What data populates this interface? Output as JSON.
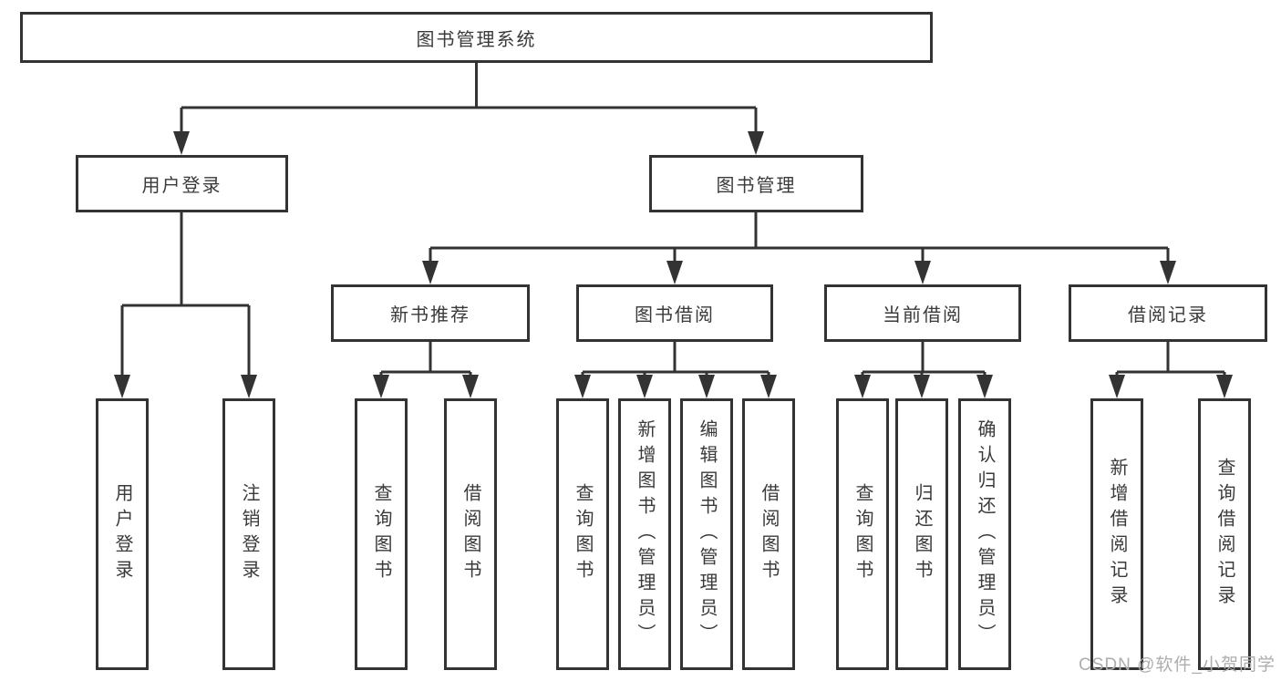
{
  "diagram": {
    "title": "图书管理系统",
    "branches": [
      {
        "label": "用户登录",
        "children": [
          {
            "label": "用户登录"
          },
          {
            "label": "注销登录"
          }
        ]
      },
      {
        "label": "图书管理",
        "children": [
          {
            "label": "新书推荐",
            "children": [
              {
                "label": "查询图书"
              },
              {
                "label": "借阅图书"
              }
            ]
          },
          {
            "label": "图书借阅",
            "children": [
              {
                "label": "查询图书"
              },
              {
                "label": "新增图书（管理员）"
              },
              {
                "label": "编辑图书（管理员）"
              },
              {
                "label": "借阅图书"
              }
            ]
          },
          {
            "label": "当前借阅",
            "children": [
              {
                "label": "查询图书"
              },
              {
                "label": "归还图书"
              },
              {
                "label": "确认归还（管理员）"
              }
            ]
          },
          {
            "label": "借阅记录",
            "children": [
              {
                "label": "新增借阅记录"
              },
              {
                "label": "查询借阅记录"
              }
            ]
          }
        ]
      }
    ]
  },
  "watermark": {
    "text": "CSDN @软件_小贺同学"
  },
  "colors": {
    "line": "#333333",
    "box_border": "#333333",
    "text": "#3a3a3a",
    "box_bg": "#ffffff",
    "watermark": "#adadad"
  }
}
